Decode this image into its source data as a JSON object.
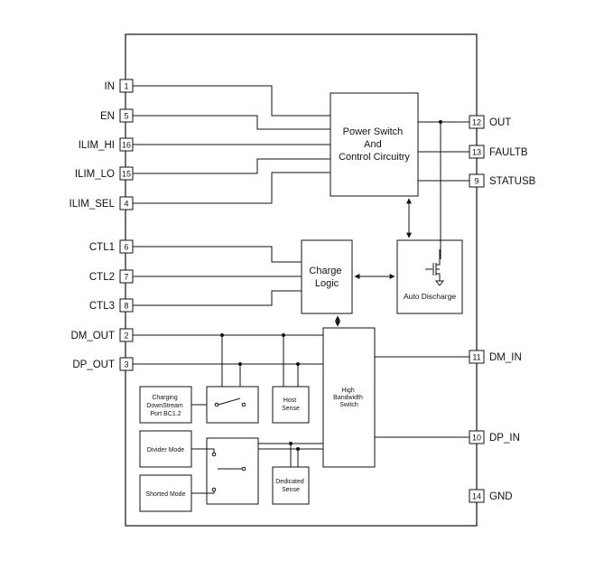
{
  "pins_left": [
    {
      "name": "IN",
      "num": "1"
    },
    {
      "name": "EN",
      "num": "5"
    },
    {
      "name": "ILIM_HI",
      "num": "16"
    },
    {
      "name": "ILIM_LO",
      "num": "15"
    },
    {
      "name": "ILIM_SEL",
      "num": "4"
    },
    {
      "name": "CTL1",
      "num": "6"
    },
    {
      "name": "CTL2",
      "num": "7"
    },
    {
      "name": "CTL3",
      "num": "8"
    },
    {
      "name": "DM_OUT",
      "num": "2"
    },
    {
      "name": "DP_OUT",
      "num": "3"
    }
  ],
  "pins_right": [
    {
      "name": "OUT",
      "num": "12"
    },
    {
      "name": "FAULTB",
      "num": "13"
    },
    {
      "name": "STATUSB",
      "num": "9"
    },
    {
      "name": "DM_IN",
      "num": "11"
    },
    {
      "name": "DP_IN",
      "num": "10"
    },
    {
      "name": "GND",
      "num": "14"
    }
  ],
  "blocks": {
    "power_switch": [
      "Power Switch",
      "And",
      "Control Circuitry"
    ],
    "charge_logic": [
      "Charge",
      "Logic"
    ],
    "auto_discharge": "Auto Discharge",
    "high_bw_switch": [
      "High",
      "Bandwidth",
      "Switch"
    ],
    "charging_port": [
      "Charging",
      "DownStream",
      "Port BC1.2"
    ],
    "host_sense": [
      "Host",
      "Sense"
    ],
    "divider_mode": "Divider Mode",
    "shorted_mode": "Shorted Mode",
    "dedicated_sense": [
      "Dedicated",
      "Sense"
    ]
  }
}
